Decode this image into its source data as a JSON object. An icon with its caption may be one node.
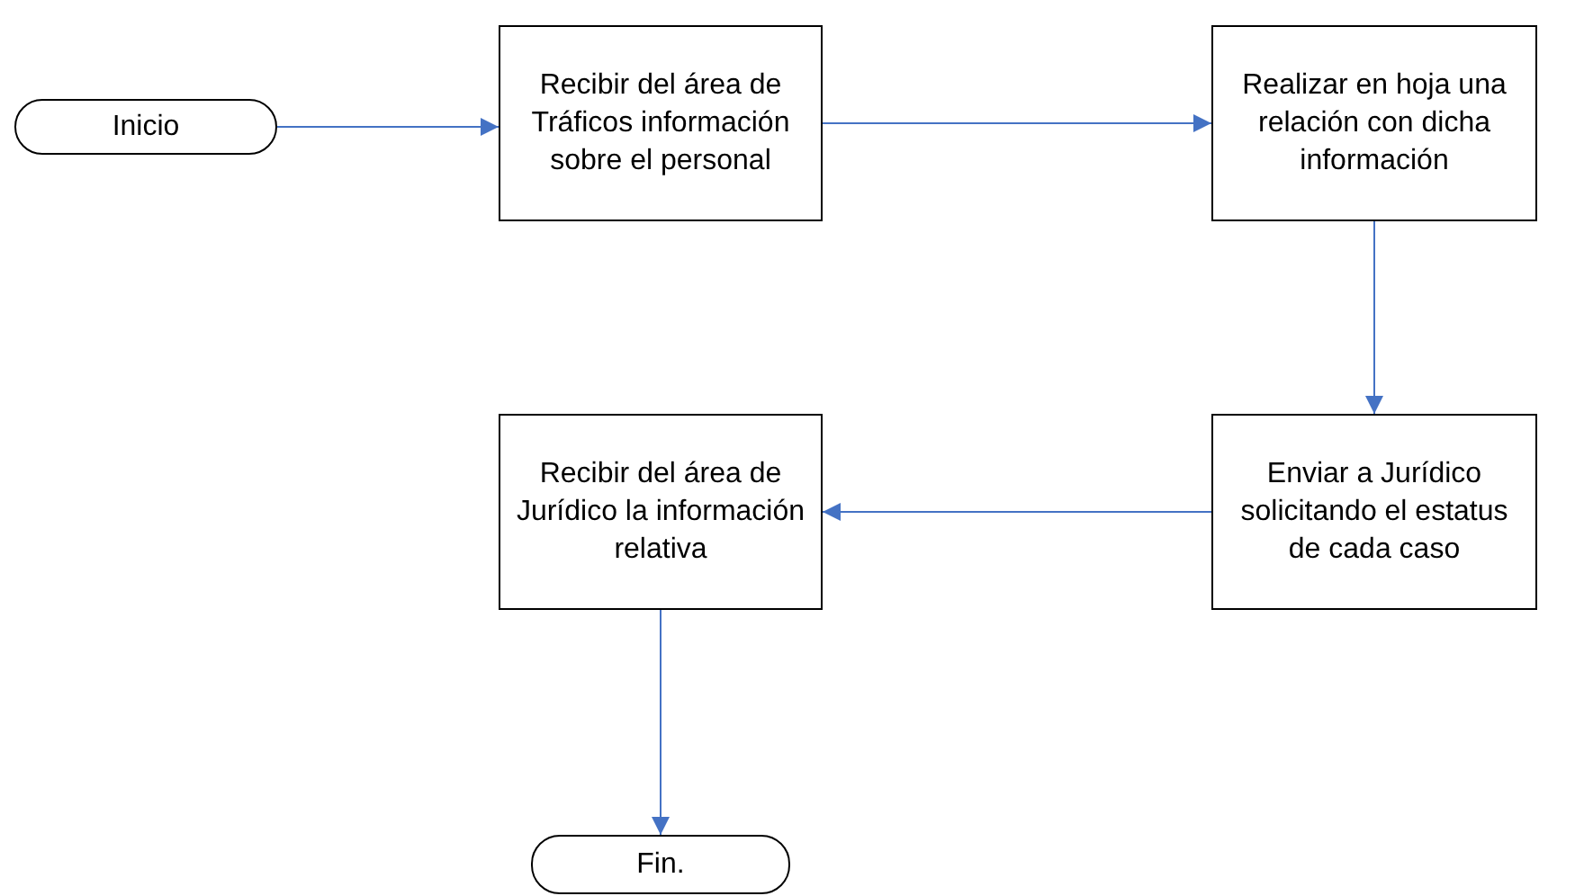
{
  "diagram": {
    "nodes": [
      {
        "text": [
          "Inicio"
        ]
      },
      {
        "text": [
          "Recibir del área de Tráficos información sobre el personal"
        ]
      },
      {
        "text": [
          "Realizar en hoja una relación con dicha información"
        ]
      },
      {
        "text": [
          "Enviar a Jurídico solicitando el estatus de cada caso"
        ]
      },
      {
        "text": [
          "Recibir del área de Jurídico la información relativa"
        ]
      },
      {
        "text": [
          "Fin."
        ]
      }
    ],
    "edges": [
      {
        "from": 0,
        "to": 1,
        "arrow": "to"
      },
      {
        "from": 1,
        "to": 2,
        "arrow": "to"
      },
      {
        "from": 2,
        "to": 3,
        "arrow": "to"
      },
      {
        "from": 3,
        "to": 4,
        "arrow": "to"
      },
      {
        "from": 4,
        "to": 5,
        "arrow": "to"
      }
    ]
  }
}
